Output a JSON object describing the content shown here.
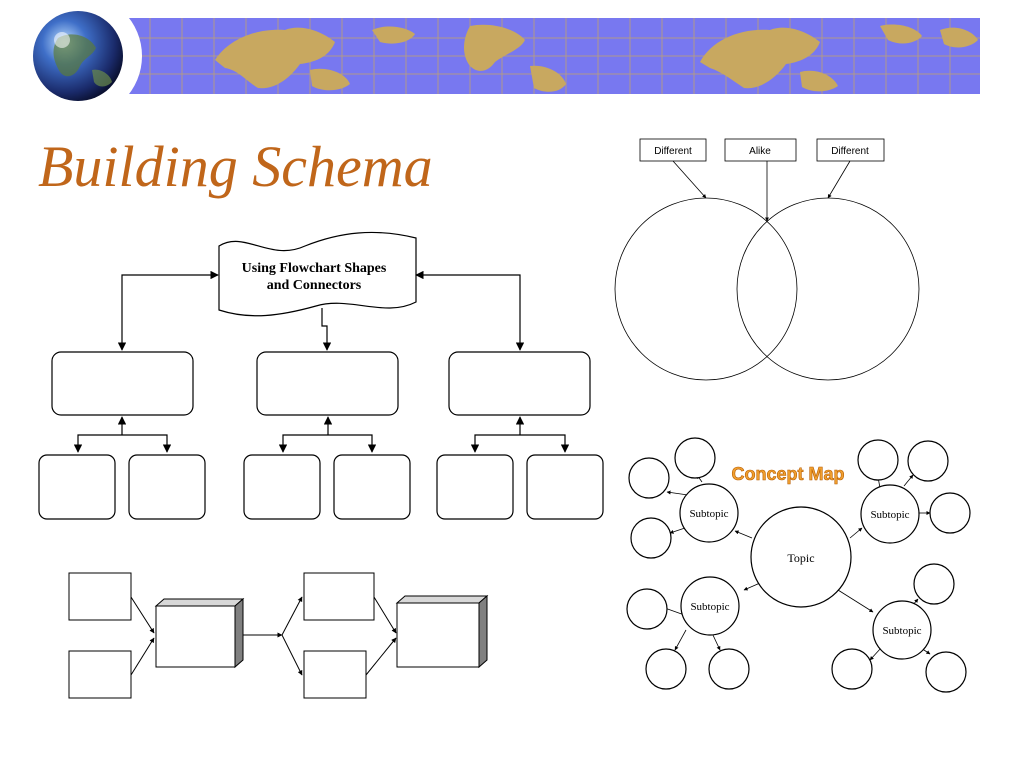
{
  "slide": {
    "title": "Building Schema",
    "theme_colors": {
      "title": "#c0661a",
      "banner": "#7878f0",
      "land": "#c8a860"
    }
  },
  "flowchart": {
    "header": [
      "Using Flowchart Shapes",
      "and Connectors"
    ]
  },
  "venn": {
    "labels": {
      "left": "Different",
      "middle": "Alike",
      "right": "Different"
    }
  },
  "concept_map": {
    "title": "Concept Map",
    "center": "Topic",
    "subtopics": [
      "Subtopic",
      "Subtopic",
      "Subtopic",
      "Subtopic"
    ]
  },
  "decorations": {
    "globe": "globe-icon"
  }
}
